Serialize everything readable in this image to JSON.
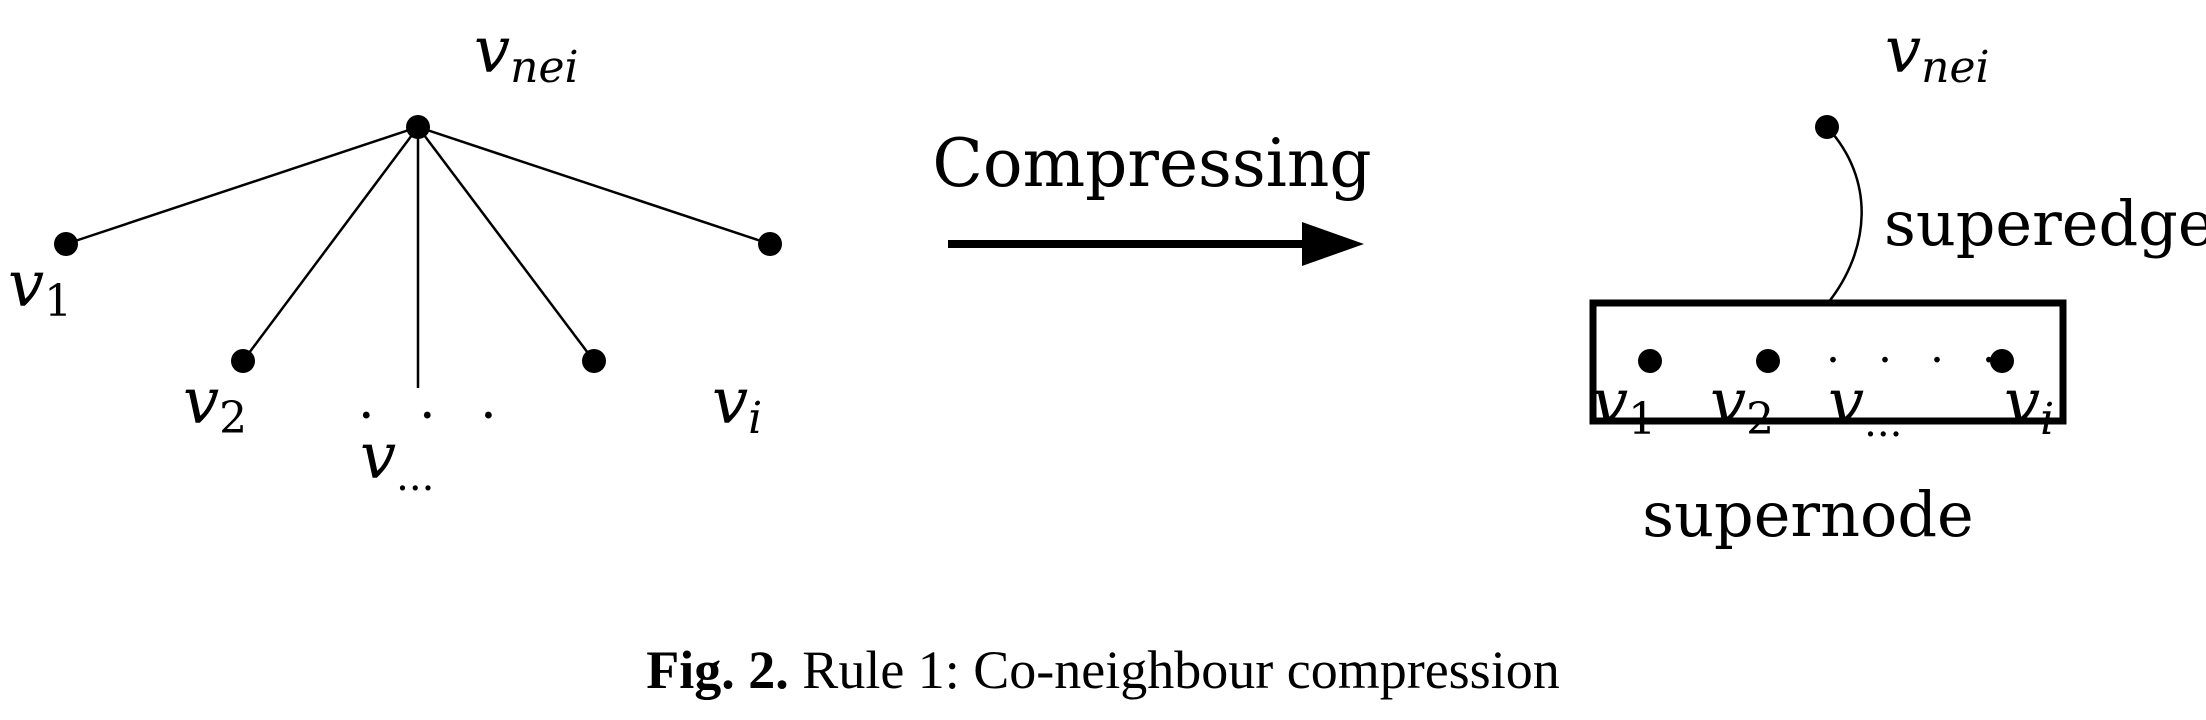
{
  "left_graph": {
    "hub_label": {
      "main": "v",
      "sub": "nei"
    },
    "leaves": [
      {
        "main": "v",
        "sub": "1"
      },
      {
        "main": "v",
        "sub": "2"
      },
      {
        "main": "v",
        "sub": "..."
      },
      {
        "main": "v",
        "sub": "i"
      }
    ],
    "ellipsis": ". . ."
  },
  "arrow": {
    "label": "Compressing"
  },
  "right_graph": {
    "hub_label": {
      "main": "v",
      "sub": "nei"
    },
    "superedge_label": "superedge",
    "supernode_label": "supernode",
    "members": [
      {
        "main": "v",
        "sub": "1"
      },
      {
        "main": "v",
        "sub": "2"
      },
      {
        "main": "v",
        "sub": "..."
      },
      {
        "main": "v",
        "sub": "i"
      }
    ],
    "ellipsis": ". . . ."
  },
  "caption": {
    "label": "Fig. 2.",
    "text": "Rule 1: Co-neighbour compression"
  }
}
